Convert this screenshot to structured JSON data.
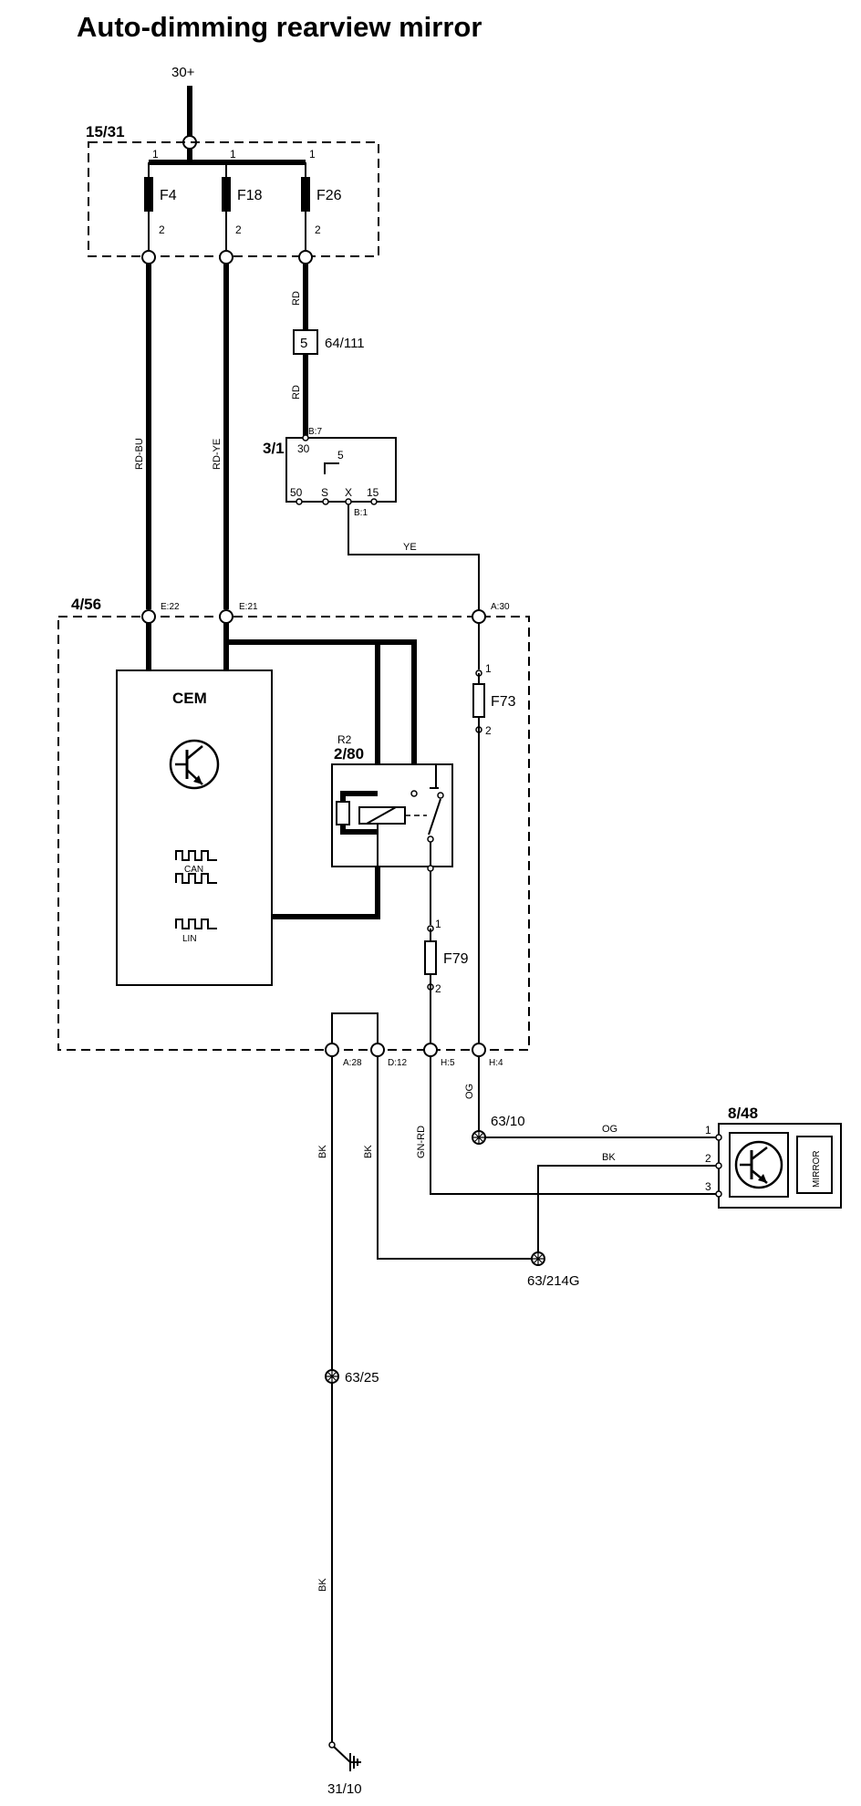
{
  "title": "Auto-dimming rearview mirror",
  "supply": "30+",
  "ground": "31/10",
  "components": {
    "fuse_box": {
      "id": "15/31",
      "fuses": [
        {
          "name": "F4",
          "pin_in": "1",
          "pin_out": "2"
        },
        {
          "name": "F18",
          "pin_in": "1",
          "pin_out": "2"
        },
        {
          "name": "F26",
          "pin_in": "1",
          "pin_out": "2"
        }
      ]
    },
    "connector_64_111": {
      "id": "64/111",
      "pin": "5"
    },
    "ignition_switch": {
      "id": "3/1",
      "pin_top_label": "B:7",
      "pin_top": "30",
      "internal": "5",
      "pins_bottom": [
        "50",
        "S",
        "X",
        "15"
      ],
      "pin_bottom_label": "B:1"
    },
    "cem_box": {
      "id": "4/56",
      "module": "CEM",
      "can_label": "CAN",
      "lin_label": "LIN",
      "connectors_top": [
        "E:22",
        "E:21",
        "A:30"
      ],
      "connectors_bottom": [
        "A:28",
        "D:12",
        "H:5",
        "H:4"
      ]
    },
    "relay": {
      "name": "R2",
      "id": "2/80"
    },
    "fuse_f73": {
      "name": "F73",
      "pin_in": "1",
      "pin_out": "2"
    },
    "fuse_f79": {
      "name": "F79",
      "pin_in": "1",
      "pin_out": "2"
    },
    "mirror": {
      "id": "8/48",
      "label": "MIRROR",
      "pins": [
        "1",
        "2",
        "3"
      ]
    },
    "splices": [
      "63/10",
      "63/214G",
      "63/25"
    ]
  },
  "wires": {
    "f4_out": "RD-BU",
    "f18_out": "RD-YE",
    "f26_out_upper": "RD",
    "f26_out_lower": "RD",
    "ign_out": "YE",
    "a28": "BK",
    "d12": "BK",
    "h5": "GN-RD",
    "h4": "OG",
    "mirror_1": "OG",
    "mirror_2": "BK",
    "ground_lower": "BK"
  }
}
